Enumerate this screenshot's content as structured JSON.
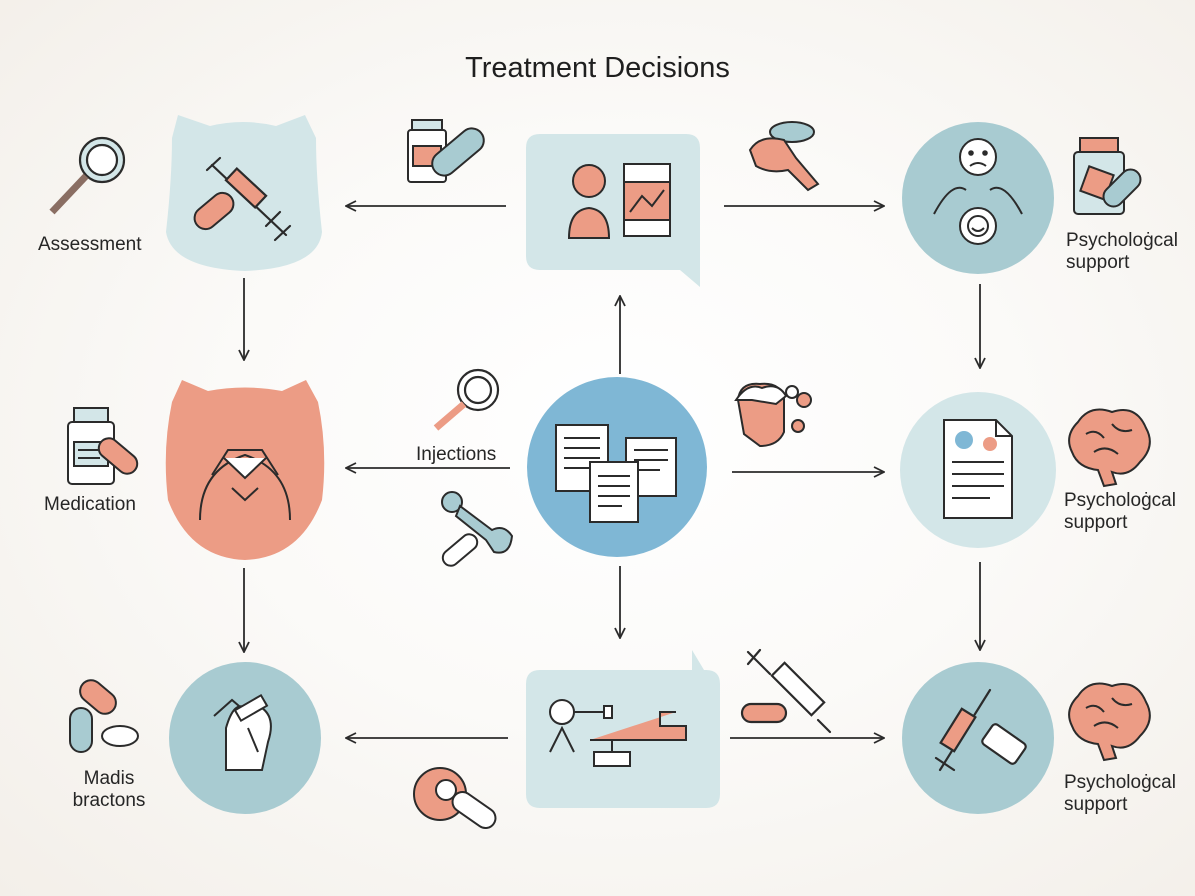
{
  "title": "Treatment Decisions",
  "labels": {
    "assessment": "Assessment",
    "medication": "Medication",
    "madis": "Madis\nbractons",
    "injections": "Injections",
    "psych_top": "Psycholoġcal\nsupport",
    "psych_mid": "Psycholoġcal\nsupport",
    "psych_bottom": "Psycholoġcal\nsupport"
  },
  "colors": {
    "teal_light": "#d3e6e8",
    "teal_mid": "#a8cbd1",
    "blue_center": "#7fb7d5",
    "salmon": "#ec9c85",
    "line": "#2b2b2b"
  },
  "icons": [
    "magnifier-icon",
    "syringe-icon",
    "pill-icon",
    "medicine-bottle-icon",
    "person-icon",
    "chart-icon",
    "hand-icon",
    "brain-icon",
    "document-icon",
    "wrench-icon",
    "face-icon",
    "medical-equipment-icon"
  ]
}
